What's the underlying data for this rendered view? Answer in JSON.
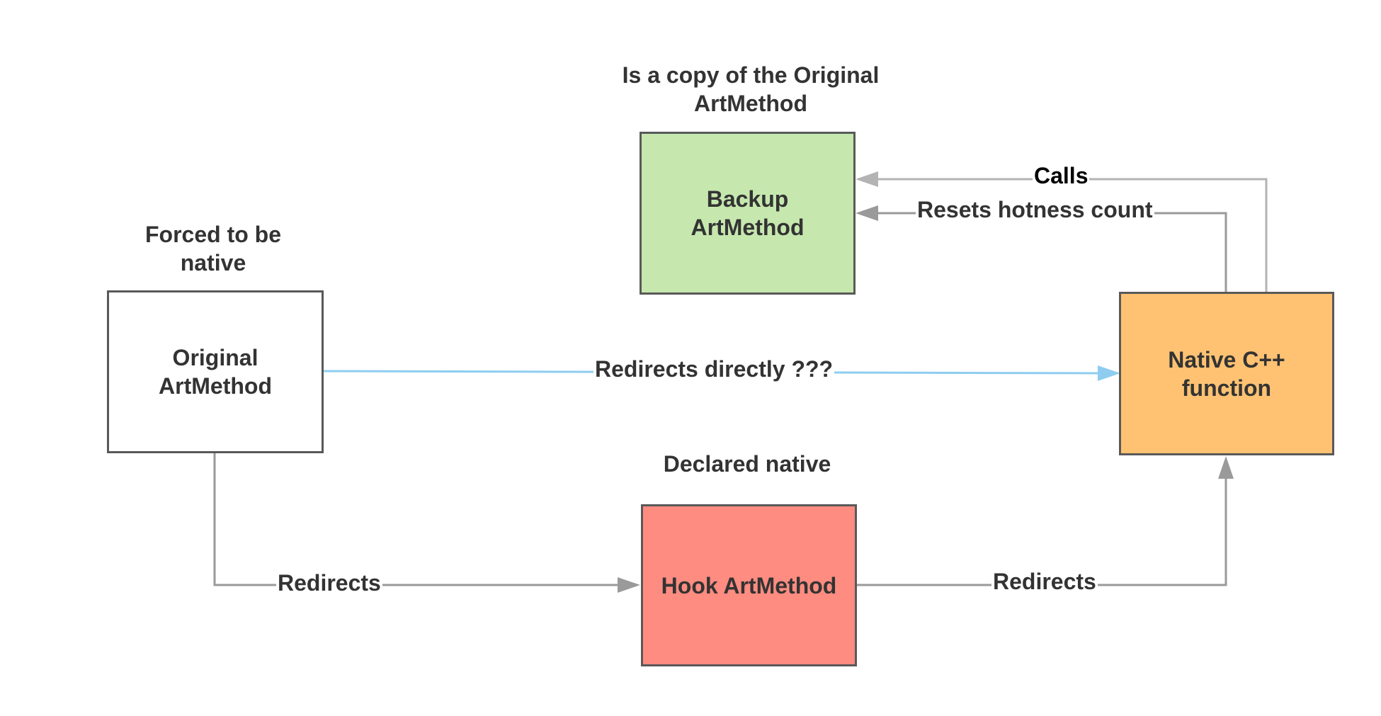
{
  "nodes": {
    "original": {
      "label": "Original\nArtMethod",
      "color": "#ffffff"
    },
    "backup": {
      "label": "Backup\nArtMethod",
      "color": "#c6e8ae"
    },
    "hook": {
      "label": "Hook ArtMethod",
      "color": "#ff8c80"
    },
    "native": {
      "label": "Native C++\nfunction",
      "color": "#fec272"
    }
  },
  "notes": {
    "original": "Forced to be\nnative",
    "backup": "Is a copy of the Original\nArtMethod",
    "hook": "Declared native"
  },
  "edges": {
    "calls": "Calls",
    "resets": "Resets hotness count",
    "redirects_directly": "Redirects directly ???",
    "redirects_to_hook": "Redirects",
    "redirects_to_native": "Redirects"
  },
  "colors": {
    "gray_arrow": "#a6a6a6",
    "dark_gray_arrow": "#9a9a9a",
    "blue_arrow": "#8ecdf0",
    "box_border": "#595959"
  }
}
